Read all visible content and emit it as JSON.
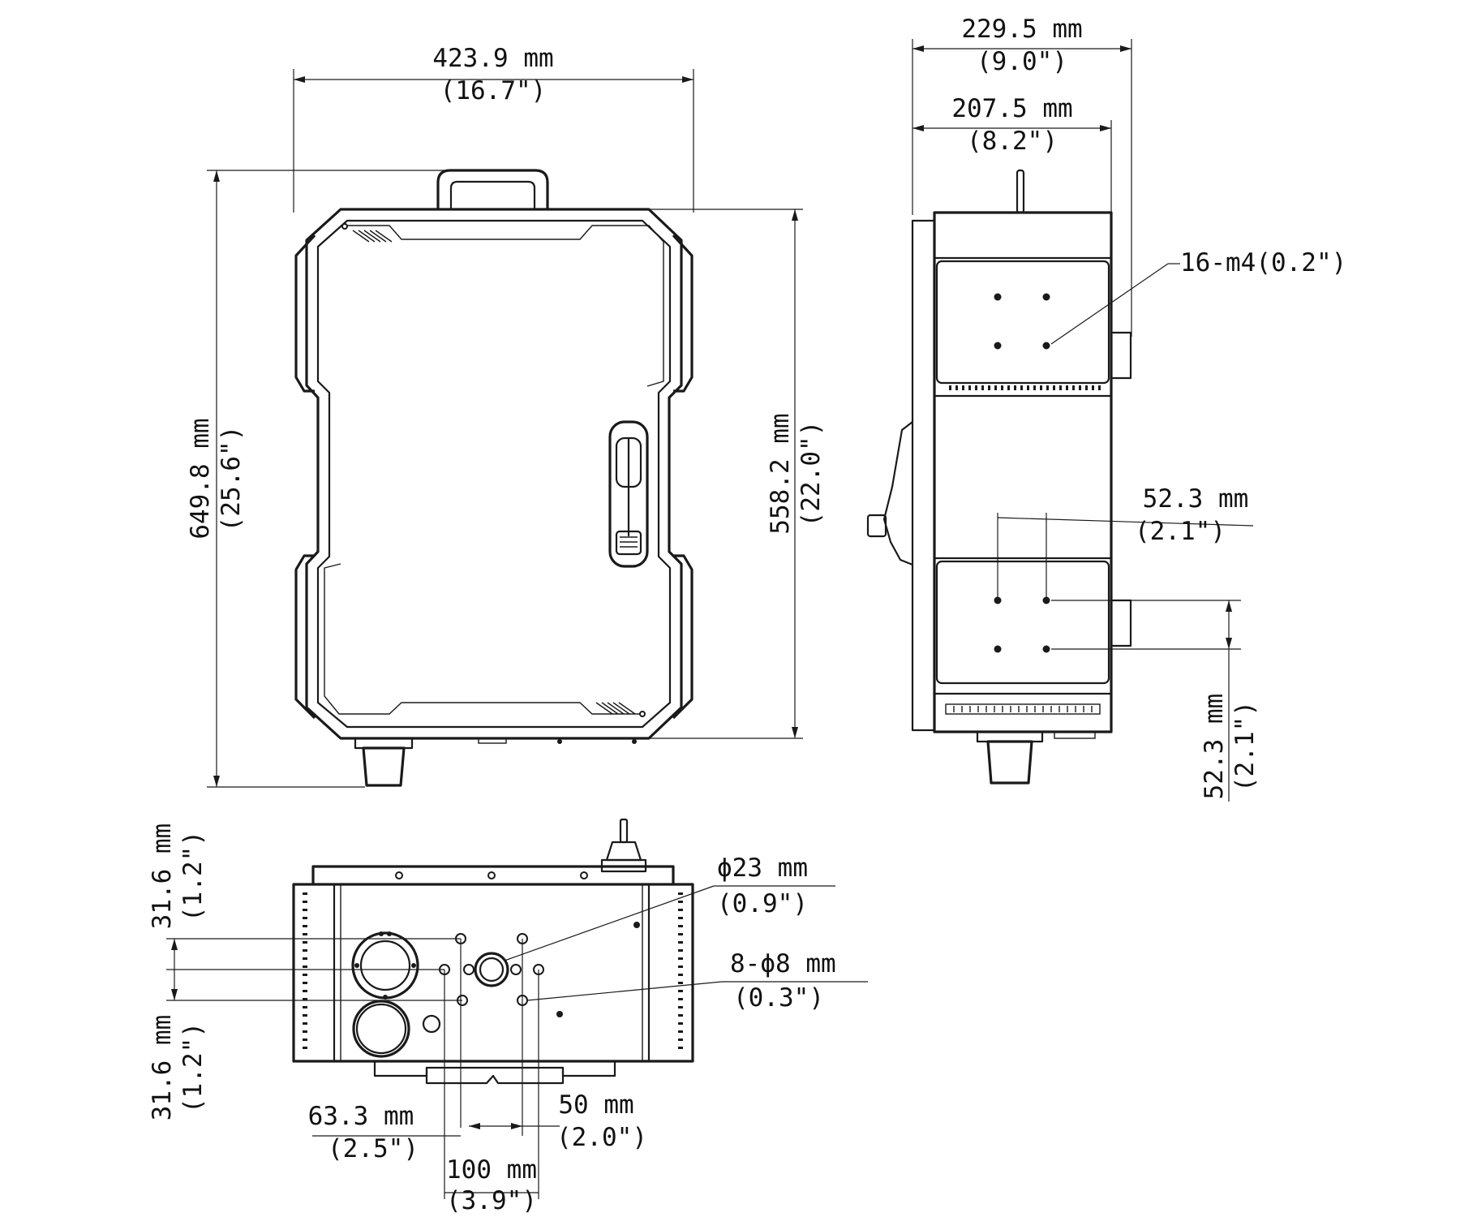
{
  "front_view": {
    "width": {
      "value": "423.9 mm",
      "imperial": "(16.7\")"
    },
    "height": {
      "value": "649.8 mm",
      "imperial": "(25.6\")"
    },
    "body_height": {
      "value": "558.2 mm",
      "imperial": "(22.0\")"
    }
  },
  "side_view": {
    "overall_depth": {
      "value": "229.5 mm",
      "imperial": "(9.0\")"
    },
    "body_depth": {
      "value": "207.5 mm",
      "imperial": "(8.2\")"
    },
    "mount_holes": {
      "label": "16-m4(0.2\")"
    },
    "hole_spacing_h": {
      "value": "52.3 mm",
      "imperial": "(2.1\")"
    },
    "hole_spacing_v": {
      "value": "52.3 mm",
      "imperial": "(2.1\")"
    }
  },
  "bottom_view": {
    "upper_offset": {
      "value": "31.6 mm",
      "imperial": "(1.2\")"
    },
    "lower_offset": {
      "value": "31.6 mm",
      "imperial": "(1.2\")"
    },
    "port_diameter": {
      "value": "ϕ23 mm",
      "imperial": "(0.9\")"
    },
    "small_holes": {
      "value": "8-ϕ8 mm",
      "imperial": "(0.3\")"
    },
    "spacing_63": {
      "value": "63.3 mm",
      "imperial": "(2.5\")"
    },
    "spacing_50": {
      "value": "50 mm",
      "imperial": "(2.0\")"
    },
    "spacing_100": {
      "value": "100 mm",
      "imperial": "(3.9\")"
    }
  }
}
